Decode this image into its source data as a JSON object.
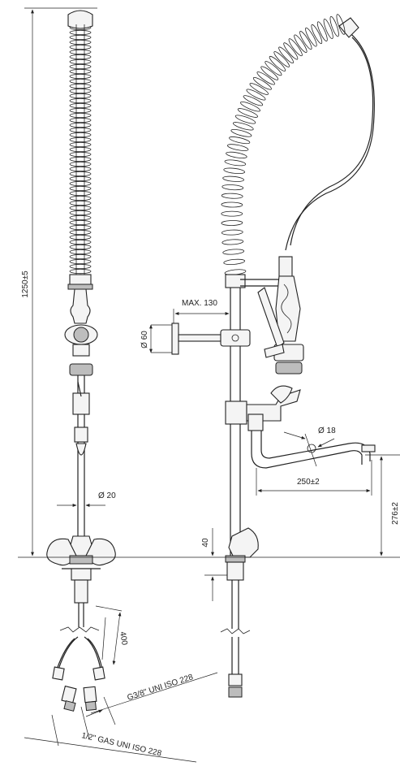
{
  "dimensions": {
    "height_total": "1250±5",
    "max_reach": "MAX. 130",
    "diameter_wall": "Ø 60",
    "diameter_tube": "Ø 20",
    "diameter_spout": "Ø 18",
    "spout_reach": "250±2",
    "spout_height": "276±2",
    "base_height": "40",
    "hose_length": "400",
    "thread_hose": "G3/8\" UNI ISO 228",
    "thread_gas": "1/2\" GAS UNI ISO 228"
  }
}
